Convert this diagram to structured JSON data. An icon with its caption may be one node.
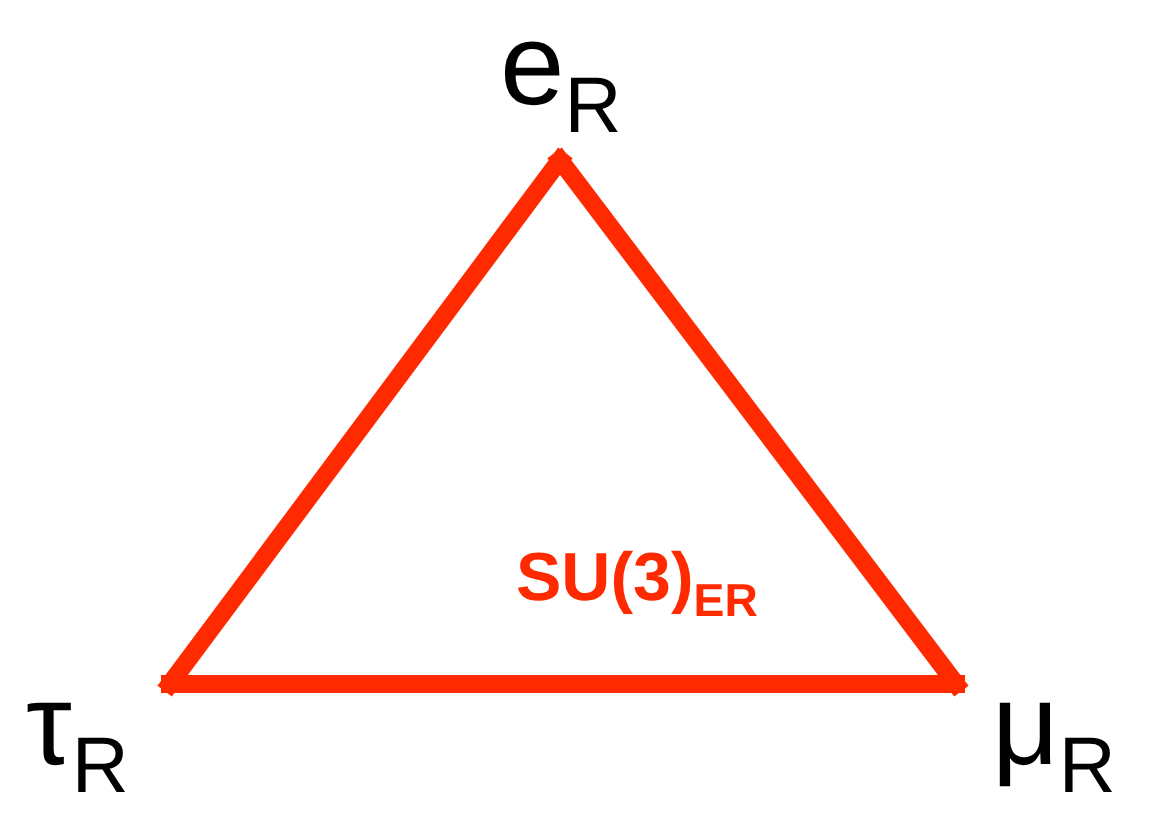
{
  "diagram": {
    "nodes": [
      {
        "text": [
          "e$_{R}$"
        ]
      },
      {
        "text": [
          "τ$_{R}$"
        ]
      },
      {
        "text": [
          "μ$_{R}$"
        ]
      }
    ],
    "edges": [
      {
        "from": 0,
        "to": 1,
        "arrow": "none"
      },
      {
        "from": 1,
        "to": 2,
        "arrow": "none"
      },
      {
        "from": 2,
        "to": 0,
        "arrow": "none"
      }
    ],
    "labels": [
      "SU(3)$_{ER}$"
    ]
  }
}
